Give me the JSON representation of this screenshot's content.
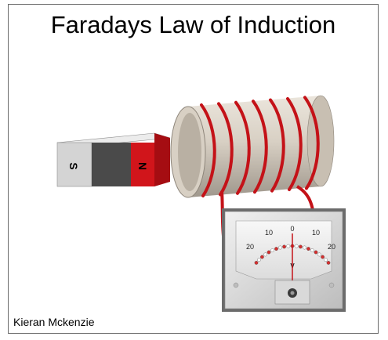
{
  "title": "Faradays Law of Induction",
  "author": "Kieran Mckenzie",
  "magnet": {
    "south_label": "S",
    "north_label": "N"
  },
  "meter": {
    "unit_label": "V",
    "scale_labels": [
      "20",
      "10",
      "0",
      "10",
      "20"
    ],
    "needle_value": 0
  },
  "colors": {
    "wire": "#c41218",
    "magnet_north": "#d1151b",
    "magnet_middle": "#4a4a4a",
    "magnet_south": "#d9d9d9",
    "coil_tube": "#d8d0c4",
    "meter_needle": "#c41218"
  }
}
